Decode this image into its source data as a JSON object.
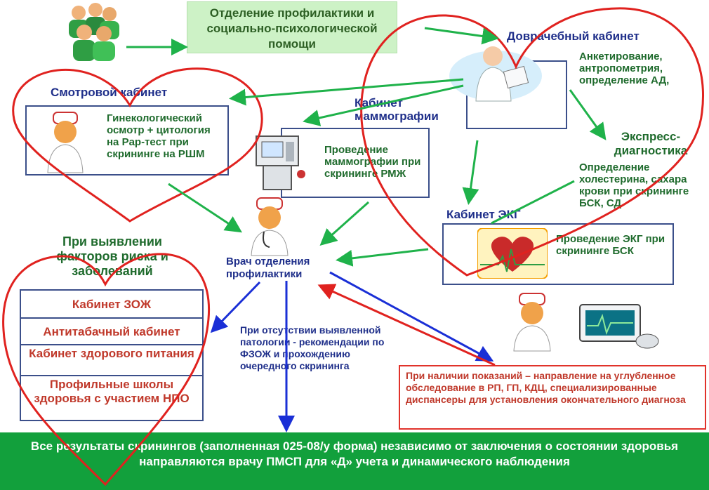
{
  "top_department": "Отделение профилактики и социально-психологической помощи",
  "rooms": {
    "dovrachebny": {
      "title": "Доврачебный кабинет",
      "desc": "Анкетирование, антропометрия, определение АД,"
    },
    "smotrovoy": {
      "title": "Смотровой кабинет",
      "desc": "Гинекологический осмотр + цитология на Pap-тест при скрининге на РШМ"
    },
    "mammography": {
      "title": "Кабинет маммографии",
      "desc": "Проведение маммографии при скрининге РМЖ"
    },
    "express": {
      "title": "Экспресс-диагностика",
      "desc": "Определение холестерина, сахара крови при скрининге БСК, СД"
    },
    "ekg": {
      "title": "Кабинет ЭКГ",
      "desc": "Проведение ЭКГ при скрининге БСК"
    }
  },
  "doctor_label": "Врач отделения профилактики",
  "risk_title": "При выявлении факторов риска и заболеваний",
  "risk_cabinets": [
    "Кабинет ЗОЖ",
    "Антитабачный кабинет",
    "Кабинет здорового питания",
    "Профильные школы здоровья с участием НПО"
  ],
  "no_pathology": "При отсутствии выявленной патологии - рекомендации по ФЗОЖ и прохождению очередного скрининга",
  "referral": "При наличии показаний – направление на углубленное обследование в РП, ГП, КДЦ, специализированные диспансеры для установления окончательного диагноза",
  "bottom": "Все результаты скринингов (заполненная 025-08/у форма)  независимо от заключения о состоянии здоровья направляются врачу ПМСП для «Д» учета и динамического наблюдения",
  "colors": {
    "green_arrow": "#1fb24a",
    "blue_arrow": "#1a2fd6",
    "red_arrow": "#e0221f",
    "heart": "#e0221f",
    "bottom_bar": "#12a03c"
  },
  "icons": [
    "people-group-icon",
    "doctor-clipboard-icon",
    "nurse-icon",
    "mammography-machine-icon",
    "doctor-icon",
    "ekg-heart-icon",
    "ecg-monitor-icon"
  ]
}
